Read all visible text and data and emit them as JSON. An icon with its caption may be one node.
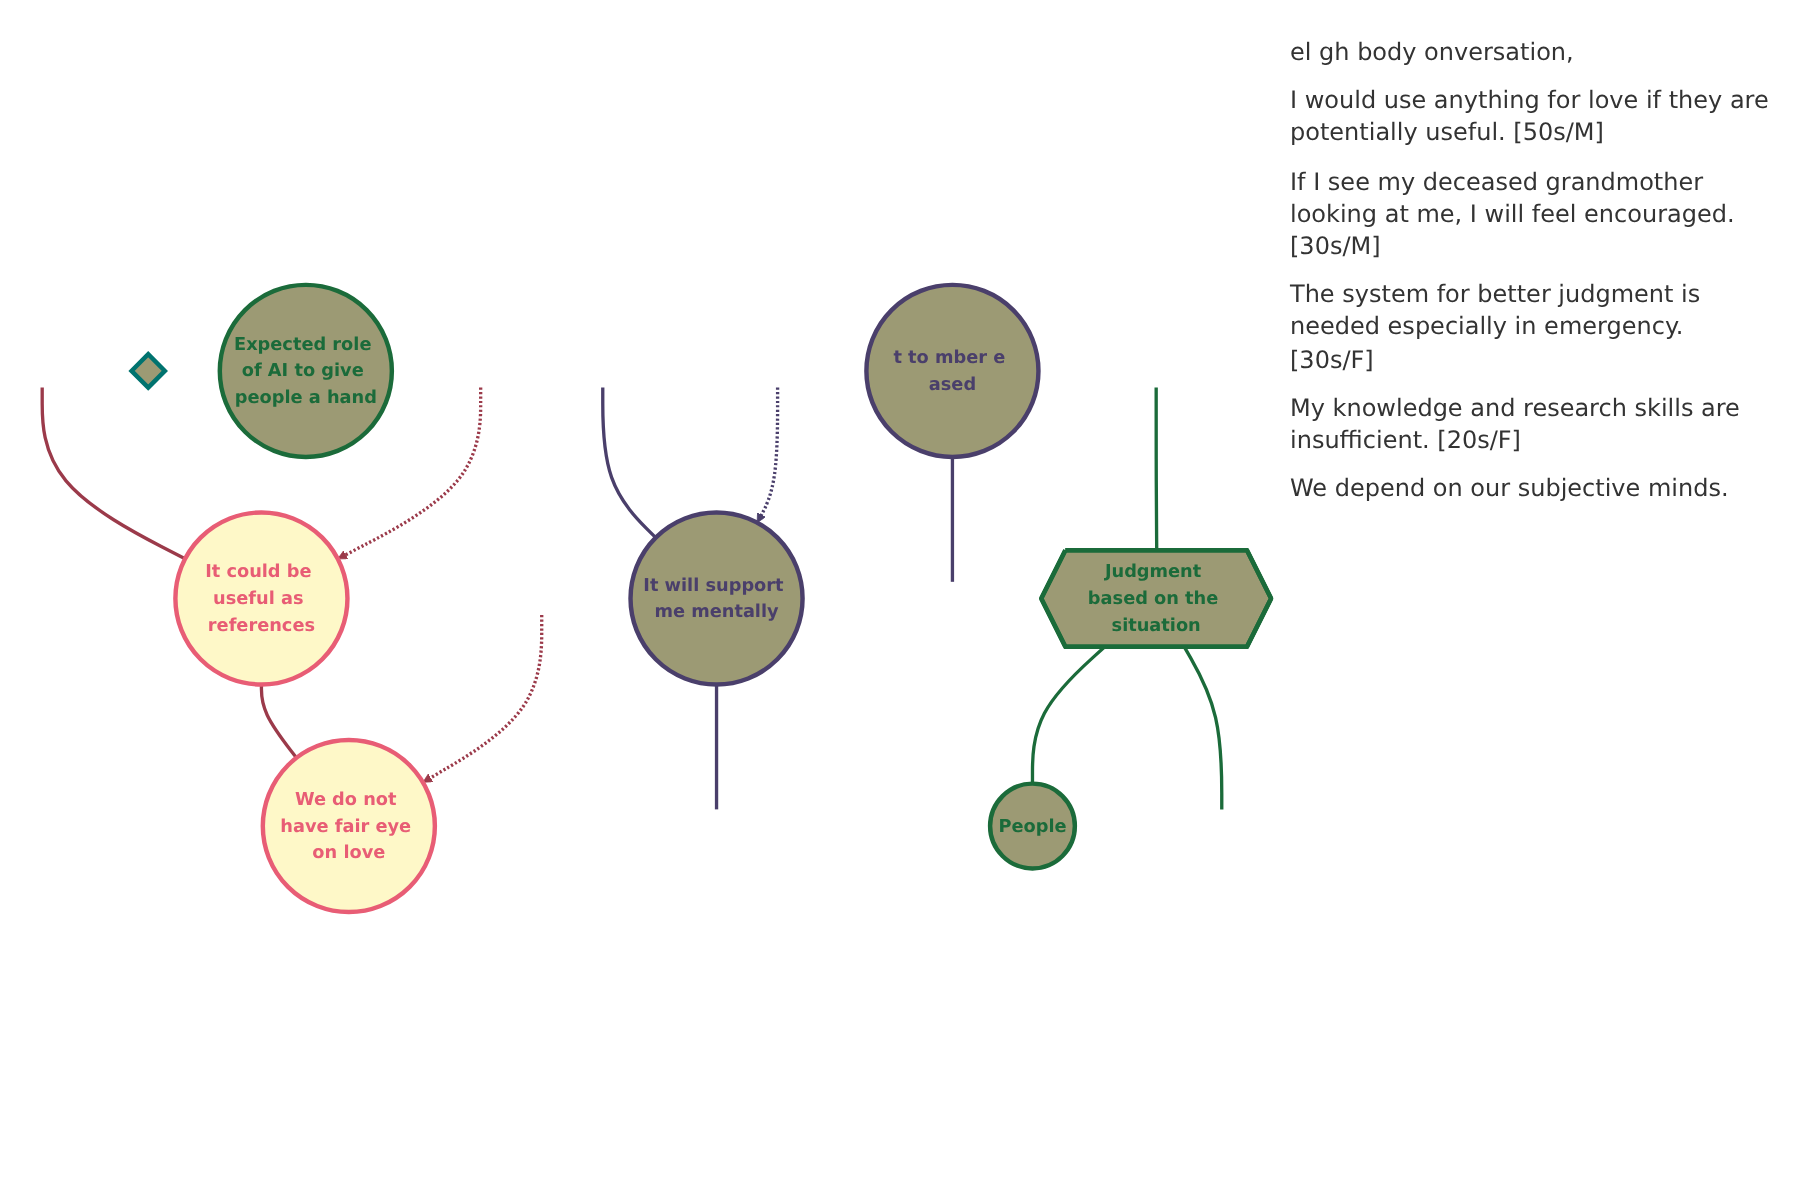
{
  "diagram": {
    "nodes": [
      {
        "text": [
          "t to mber e ased"
        ]
      },
      {
        "text": [
          "It could be useful as references"
        ]
      },
      {
        "text": [
          "It will support me mentally"
        ]
      },
      {
        "text": [],
        "shape": "diamond"
      },
      {
        "text": [
          "Judgment based on the situation"
        ]
      },
      {
        "text": [
          "We do not have fair eye on love"
        ]
      },
      {
        "text": [
          "Expected role of AI to give people a hand"
        ]
      },
      {
        "text": [
          "People"
        ]
      }
    ],
    "edges": [
      {
        "from": 0,
        "to": null,
        "arrow": "none",
        "color": "#4a3f6b"
      },
      {
        "from": null,
        "to": 1,
        "arrow": "none",
        "color": "#9b3a4a"
      },
      {
        "from": 1,
        "to": 5,
        "arrow": "none",
        "color": "#9b3a4a"
      },
      {
        "from": null,
        "to": 2,
        "arrow": "none",
        "color": "#4a3f6b"
      },
      {
        "from": 2,
        "to": null,
        "arrow": "none",
        "color": "#4a3f6b"
      },
      {
        "from": null,
        "to": 4,
        "arrow": "none",
        "color": "#1b6b3a"
      },
      {
        "from": 4,
        "to": 7,
        "arrow": "none",
        "color": "#1b6b3a"
      },
      {
        "from": 4,
        "to": null,
        "arrow": "none",
        "color": "#1b6b3a"
      },
      {
        "from": null,
        "to": 1,
        "arrow": "to",
        "style": "dashed",
        "color": "#9b3a4a"
      },
      {
        "from": null,
        "to": 2,
        "arrow": "to",
        "style": "dashed",
        "color": "#4a3f6b"
      },
      {
        "from": null,
        "to": 5,
        "arrow": "to",
        "style": "dashed",
        "color": "#9b3a4a"
      }
    ],
    "labels": [
      "el gh body onversation,",
      "I would use anything for love if they are potentially useful. [50s/M]",
      "If I see my deceased grandmother looking at me, I will feel encouraged. [30s/M]",
      "The system for better judgment is needed especially in emergency. [30s/F]",
      "My knowledge and research skills are insufficient. [20s/F]",
      "We depend on our subjective minds."
    ]
  }
}
